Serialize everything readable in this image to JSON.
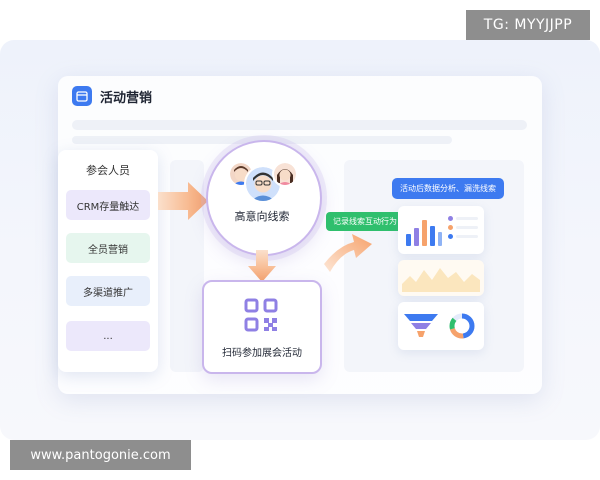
{
  "watermarks": {
    "top": "TG: MYYJJPP",
    "bottom": "www.pantogonie.com"
  },
  "app": {
    "title": "活动营销",
    "icon": "calendar-icon"
  },
  "sidebar": {
    "title": "参会人员",
    "items": [
      {
        "label": "CRM存量触达",
        "color": "#ece8fb"
      },
      {
        "label": "全员营销",
        "color": "#e6f6ee"
      },
      {
        "label": "多渠道推广",
        "color": "#e8effb"
      },
      {
        "label": "...",
        "color": "#ece8fb"
      }
    ]
  },
  "lead": {
    "label": "高意向线索"
  },
  "qr": {
    "label": "扫码参加展会活动",
    "icon": "qr-code-icon"
  },
  "tags": {
    "interaction": "记录线索互动行为",
    "analysis": "活动后数据分析、漏洗线索"
  },
  "colors": {
    "accent": "#3d7af0",
    "green": "#2fbf6d",
    "arrow": "#f6a26b",
    "border": "#c9b6ec"
  }
}
